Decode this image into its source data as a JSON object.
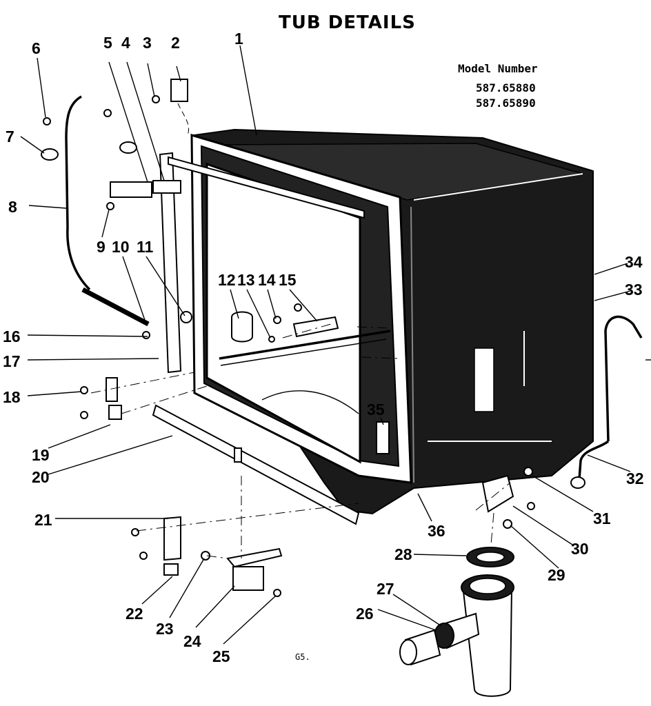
{
  "title": "TUB DETAILS",
  "model": {
    "heading": "Model Number",
    "numbers": [
      "587.65880",
      "587.65890"
    ]
  },
  "figure_code": "G5.",
  "callouts": [
    "1",
    "2",
    "3",
    "4",
    "5",
    "6",
    "7",
    "8",
    "9",
    "10",
    "11",
    "12",
    "13",
    "14",
    "15",
    "16",
    "17",
    "18",
    "19",
    "20",
    "21",
    "22",
    "23",
    "24",
    "25",
    "26",
    "27",
    "28",
    "29",
    "30",
    "31",
    "32",
    "33",
    "34",
    "35",
    "36"
  ],
  "colors": {
    "ink": "#000000",
    "tub": "#1a1a1a",
    "paper": "#ffffff"
  }
}
